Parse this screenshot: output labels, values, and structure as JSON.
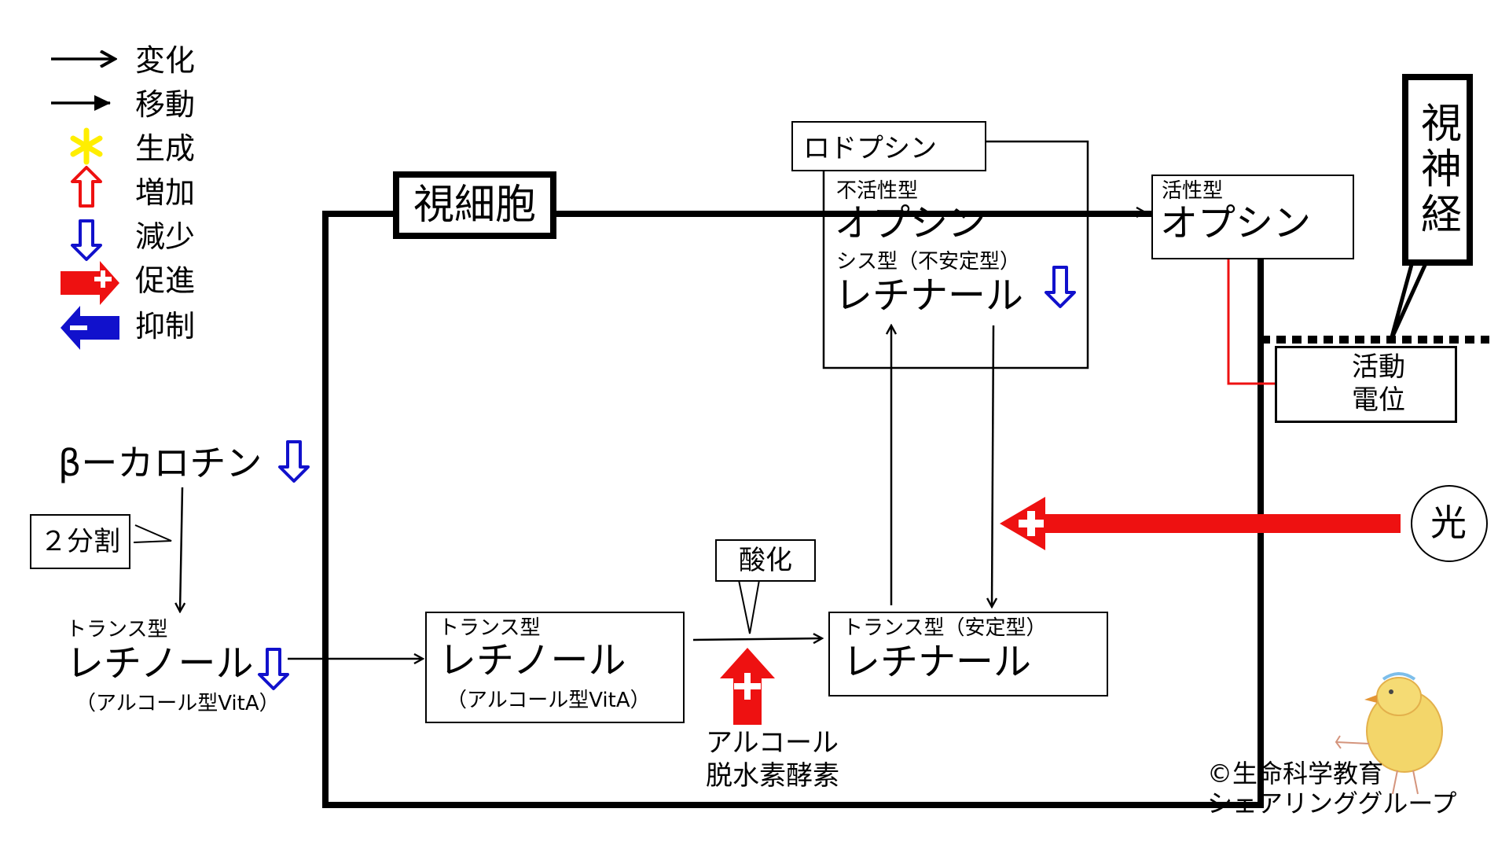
{
  "legend": {
    "change": "変化",
    "move": "移動",
    "generate": "生成",
    "increase": "増加",
    "decrease": "減少",
    "promote": "促進",
    "inhibit": "抑制"
  },
  "colors": {
    "red": "#ee1111",
    "blue": "#1111cc",
    "yellow": "#ffee00",
    "black": "#000000"
  },
  "icons": {
    "change": "thin-arrow-icon",
    "move": "filled-arrow-icon",
    "generate": "asterisk-icon",
    "increase": "red-up-outline-arrow-icon",
    "decrease": "blue-down-outline-arrow-icon",
    "promote": "red-plus-arrow-icon",
    "inhibit": "blue-minus-arrow-icon"
  },
  "cell": {
    "label": "視細胞"
  },
  "nerve": {
    "label": "視神経"
  },
  "carotene": {
    "name": "βーカロチン",
    "split_label": "２分割"
  },
  "retinol_left": {
    "type": "トランス型",
    "name": "レチノール",
    "note": "（アルコール型VitA）"
  },
  "retinol_box": {
    "type": "トランス型",
    "name": "レチノール",
    "note": "（アルコール型VitA）"
  },
  "oxidation": {
    "label": "酸化"
  },
  "enzyme": {
    "line1": "アルコール",
    "line2": "脱水素酵素"
  },
  "retinal_trans": {
    "type": "トランス型（安定型）",
    "name": "レチナール"
  },
  "rhodopsin": {
    "label": "ロドプシン"
  },
  "opsin_inactive": {
    "type": "不活性型",
    "name": "オプシン"
  },
  "retinal_cis": {
    "type": "シス型（不安定型）",
    "name": "レチナール"
  },
  "opsin_active": {
    "type": "活性型",
    "name": "オプシン"
  },
  "action_potential": {
    "line1": "活動",
    "line2": "電位"
  },
  "light": {
    "label": "光"
  },
  "copyright": {
    "line1": "©生命科学教育",
    "line2": "シェアリンググループ"
  }
}
